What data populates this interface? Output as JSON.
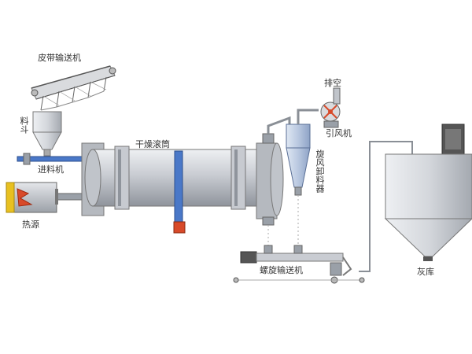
{
  "labels": {
    "belt_conveyor": "皮带输送机",
    "hopper": "料斗",
    "feeder": "进料机",
    "heat_source": "热源",
    "dryer_drum": "干燥滚筒",
    "vent": "排空",
    "induced_fan": "引风机",
    "cyclone": "旋风卸料器",
    "screw_conveyor": "螺旋输送机",
    "ash_silo": "灰库"
  },
  "colors": {
    "steel": "#c9ccd2",
    "steel_dark": "#9aa0a8",
    "blue": "#4a78c8",
    "heater_red": "#d84a2a",
    "heater_yellow": "#e8c020",
    "pipe": "#8a8f96"
  }
}
